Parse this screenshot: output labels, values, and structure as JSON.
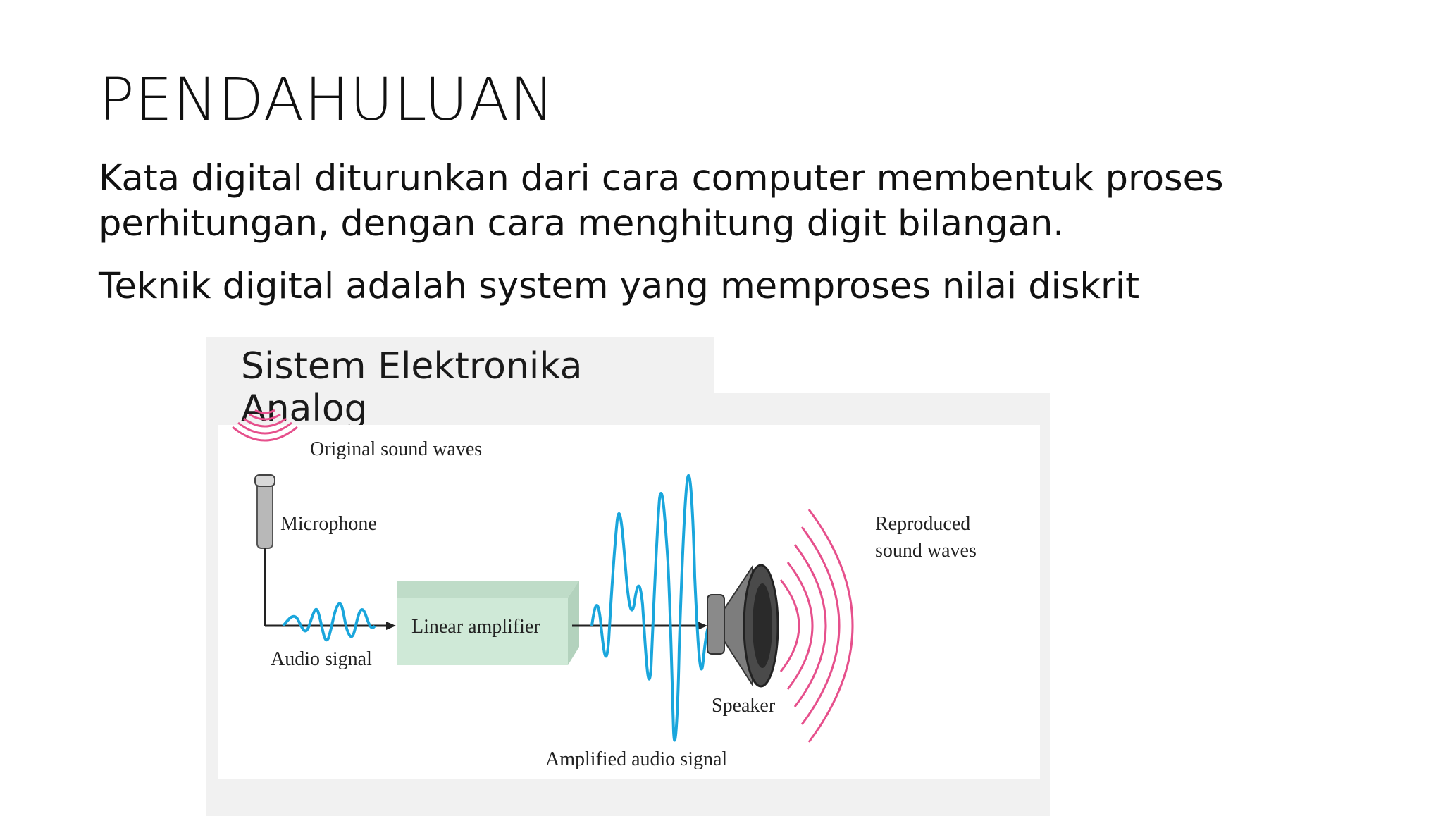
{
  "slide": {
    "title": "PENDAHULUAN",
    "paragraph1": " Kata digital diturunkan dari cara computer membentuk proses perhitungan, dengan cara menghitung digit bilangan.",
    "paragraph2": "Teknik digital adalah system yang memproses nilai diskrit"
  },
  "figure": {
    "title": "Sistem Elektronika Analog",
    "labels": {
      "original_sound": "Original sound waves",
      "microphone": "Microphone",
      "audio_signal": "Audio signal",
      "linear_amplifier": "Linear amplifier",
      "amplified_signal": "Amplified audio signal",
      "speaker": "Speaker",
      "reproduced_line1": "Reproduced",
      "reproduced_line2": "sound waves"
    },
    "colors": {
      "wave_pink": "#e6508c",
      "signal_blue": "#1aa6dc",
      "amplifier_green": "#cfe9d7"
    }
  }
}
